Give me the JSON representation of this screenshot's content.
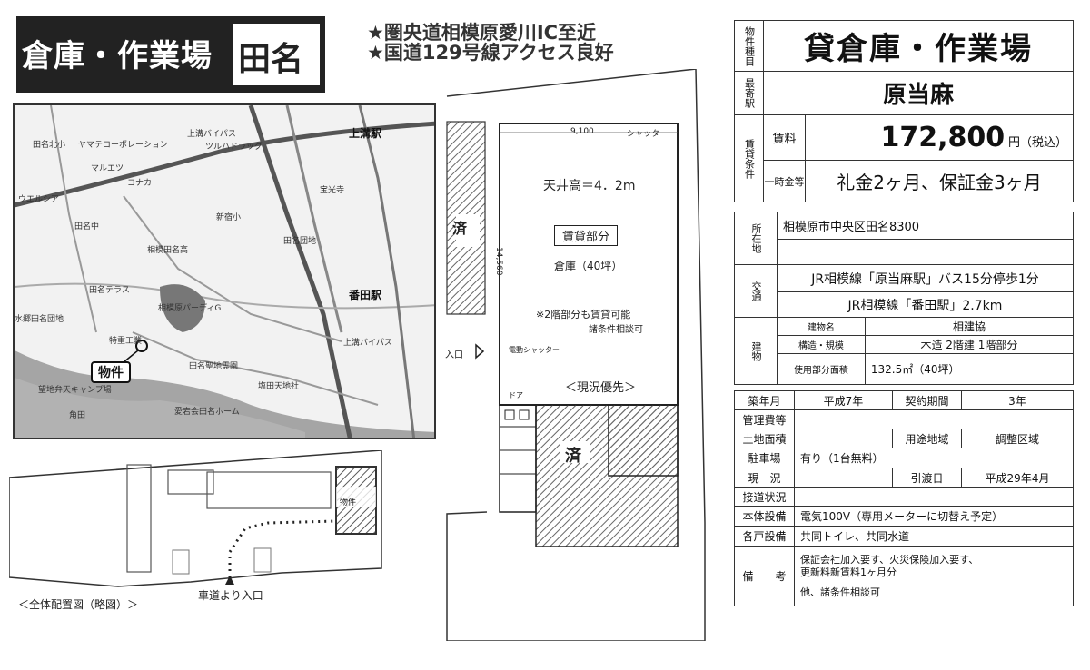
{
  "header": {
    "type_label": "倉庫・作業場",
    "area_label": "田名"
  },
  "taglines": [
    "★圏央道相模原愛川IC至近",
    "★国道129号線アクセス良好"
  ],
  "map": {
    "stations": [
      "上溝駅",
      "番田駅"
    ],
    "labels": [
      "田名北小",
      "ヤマテコーポレーション",
      "上溝バイパス",
      "ツルハドラッグ",
      "マルエツ",
      "ウエルシア",
      "コナカ",
      "新宿小",
      "宝光寺",
      "田名中",
      "田名団地",
      "相模田名高",
      "相模原パーディG",
      "田名テラス",
      "水郷田名団地",
      "特重工業",
      "田名聖地霊園",
      "塩田天地社",
      "望地弁天キャンプ場",
      "愛宕会田名ホーム",
      "角田",
      "上溝バイパス"
    ],
    "property_label": "物件"
  },
  "siteplan": {
    "caption": "＜全体配置図（略図）＞",
    "entrance_label": "車道より入口",
    "property_tag": "物件"
  },
  "floorplan": {
    "width_dim": "9,100",
    "shutter": "シャッター",
    "height_dim": "14,560",
    "ceiling": "天井高＝4．2m",
    "lease_part": "賃貸部分",
    "warehouse": "倉庫（40坪）",
    "second_floor": "※2階部分も賃貸可能",
    "negotiable": "諸条件相談可",
    "entrance": "入口",
    "electric_shutter": "電動シャッター",
    "current_priority": "＜現況優先＞",
    "door": "ドア",
    "sumi_left": "済",
    "sumi_bottom": "済"
  },
  "info": {
    "type_label_v": "物件種目",
    "type_value": "貸倉庫・作業場",
    "station_label_v": "最寄駅",
    "station_value": "原当麻",
    "terms_label_v": "賃貸条件",
    "rent_label": "賃料",
    "rent_value": "172,800",
    "rent_unit": "円（税込）",
    "onetime_label": "一時金等",
    "onetime_value": "礼金2ヶ月、保証金3ヶ月",
    "location_label_v": "所在地",
    "location_value": "相模原市中央区田名8300",
    "traffic_label_v": "交通",
    "traffic_1": "JR相模線「原当麻駅」バス15分停歩1分",
    "traffic_2": "JR相模線「番田駅」2.7km",
    "building_label_v": "建物",
    "bname_label": "建物名",
    "bname_value": "相建協",
    "structure_label": "構造・規模",
    "structure_value": "木造  2階建    1階部分",
    "usearea_label": "使用部分面積",
    "usearea_value": "132.5㎡（40坪）",
    "built_label": "築年月",
    "built_value": "平成7年",
    "contract_label": "契約期間",
    "contract_value": "3年",
    "mgmt_label": "管理費等",
    "mgmt_value": "",
    "land_label": "土地面積",
    "land_value": "",
    "zoning_label": "用途地域",
    "zoning_value": "調整区域",
    "parking_label": "駐車場",
    "parking_value": "有り（1台無料）",
    "status_label": "現　況",
    "status_value": "",
    "handover_label": "引渡日",
    "handover_value": "平成29年4月",
    "road_label": "接道状況",
    "road_value": "",
    "facility_label": "本体設備",
    "facility_value": "電気100V（専用メーターに切替え予定）",
    "unit_facility_label": "各戸設備",
    "unit_facility_value": "共同トイレ、共同水道",
    "remarks_label": "備　　考",
    "remarks_1": "保証会社加入要す、火災保険加入要す、",
    "remarks_2": "更新料新賃料1ヶ月分",
    "remarks_3": "他、諸条件相談可"
  }
}
